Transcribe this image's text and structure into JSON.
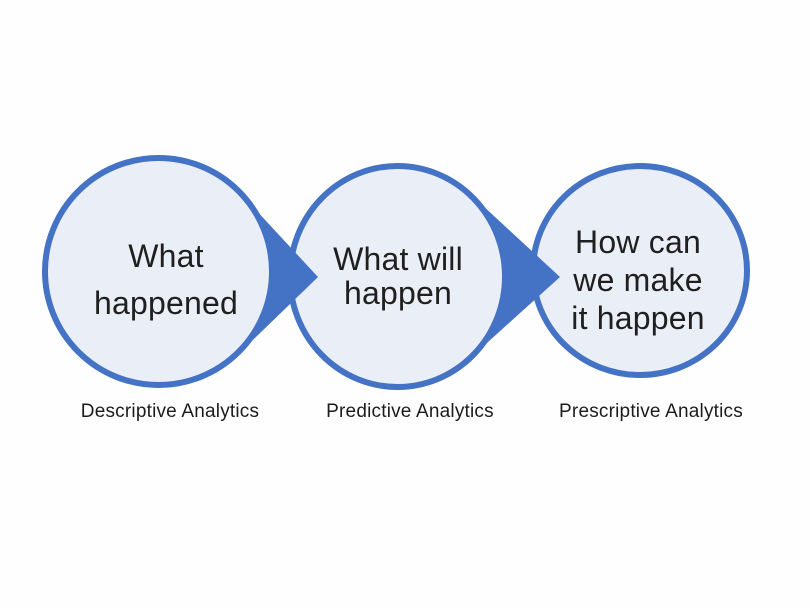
{
  "diagram": {
    "type": "process-flow",
    "colors": {
      "accent_blue": "#4472C4",
      "circle_fill": "#EAEEF6",
      "text": "#1F1F1F",
      "background": "#FEFEFE"
    },
    "circles": [
      {
        "text": "What\nhappened",
        "caption": "Descriptive Analytics"
      },
      {
        "text": "What will\nhappen",
        "caption": "Predictive Analytics"
      },
      {
        "text": "How can\nwe make\nit happen",
        "caption": "Prescriptive Analytics"
      }
    ],
    "arrows": [
      {
        "from": "Descriptive Analytics",
        "to": "Predictive Analytics"
      },
      {
        "from": "Predictive Analytics",
        "to": "Prescriptive Analytics"
      }
    ]
  }
}
